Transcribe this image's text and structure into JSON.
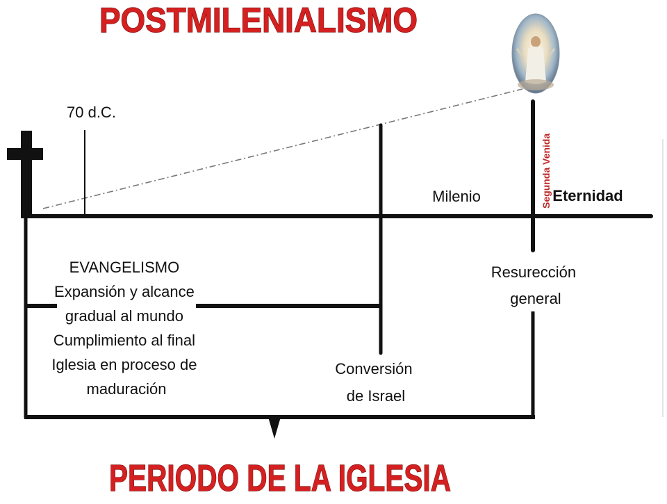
{
  "title_top": "POSTMILENIALISMO",
  "title_bottom": "PERIODO DE LA IGLESIA",
  "labels": {
    "year": "70 d.C.",
    "millennium": "Milenio",
    "eternity": "Eternidad",
    "second_coming": "Segunda Venida",
    "resurrection": [
      "Resurección",
      "general"
    ],
    "israel": [
      "Conversión",
      "de Israel"
    ],
    "evangelism": [
      "EVANGELISMO",
      "Expansión y alcance",
      "gradual al mundo",
      "Cumplimiento al final",
      "Iglesia en proceso de",
      "maduración"
    ]
  },
  "colors": {
    "title_red": "#d42020",
    "accent_red": "#c02828",
    "line": "#111111",
    "dashed": "#777777"
  },
  "icons": {
    "cross": "cross-icon",
    "christ": "christ-medallion-icon"
  }
}
